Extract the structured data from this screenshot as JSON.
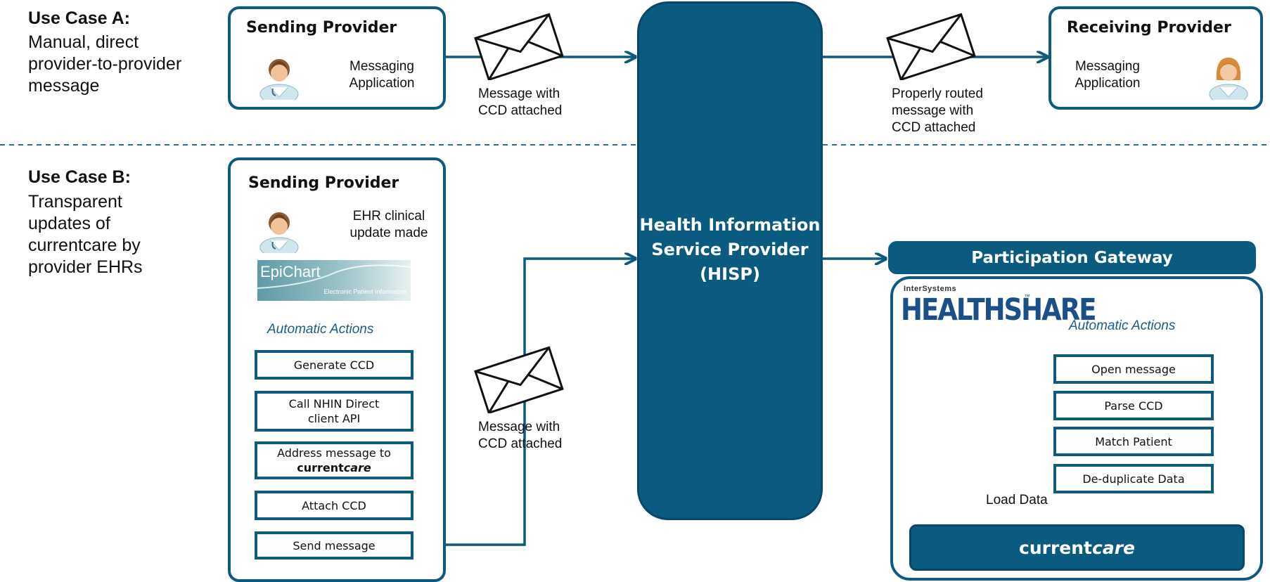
{
  "use_case_a": {
    "title": "Use Case A:",
    "description": "Manual, direct provider-to-provider message"
  },
  "use_case_b": {
    "title": "Use Case B:",
    "description": "Transparent updates of currentcare by provider EHRs"
  },
  "top_sending": {
    "title": "Sending Provider",
    "app_label": "Messaging Application"
  },
  "top_receiving": {
    "title": "Receiving Provider",
    "app_label": "Messaging Application"
  },
  "top_msg_left": "Message with CCD attached",
  "top_msg_right": "Properly routed message with CCD attached",
  "hisp": {
    "label": "Health Information Service Provider (HISP)"
  },
  "bottom_sending": {
    "title": "Sending Provider",
    "ehr_note": "EHR clinical update made",
    "epichart_brand": "EpiChart",
    "epichart_sub": "Electronic Patient Information",
    "auto_actions": "Automatic Actions",
    "steps": {
      "generate": "Generate CCD",
      "call_api": "Call NHIN Direct client API",
      "address_prefix": "Address message to",
      "address_bold": "current",
      "address_italic": "care",
      "attach": "Attach CCD",
      "send": "Send message"
    }
  },
  "bottom_msg": "Message with CCD attached",
  "gateway": {
    "title": "Participation Gateway",
    "brand_small": "InterSystems",
    "brand_big": "HEALTHSHARE",
    "brand_tm": "™",
    "auto_actions": "Automatic Actions",
    "steps": {
      "open": "Open message",
      "parse": "Parse CCD",
      "match": "Match Patient",
      "dedup": "De-duplicate Data"
    },
    "load_data": "Load Data",
    "cc_bold": "current",
    "cc_italic": "care"
  },
  "colors": {
    "primary": "#0b5a80",
    "border": "#0e5a7e",
    "auto_text": "#1b5b86",
    "divider": "#2f6f95"
  },
  "icons": [
    "male-doctor-icon",
    "female-doctor-icon",
    "envelope-icon",
    "arrow-icon"
  ]
}
